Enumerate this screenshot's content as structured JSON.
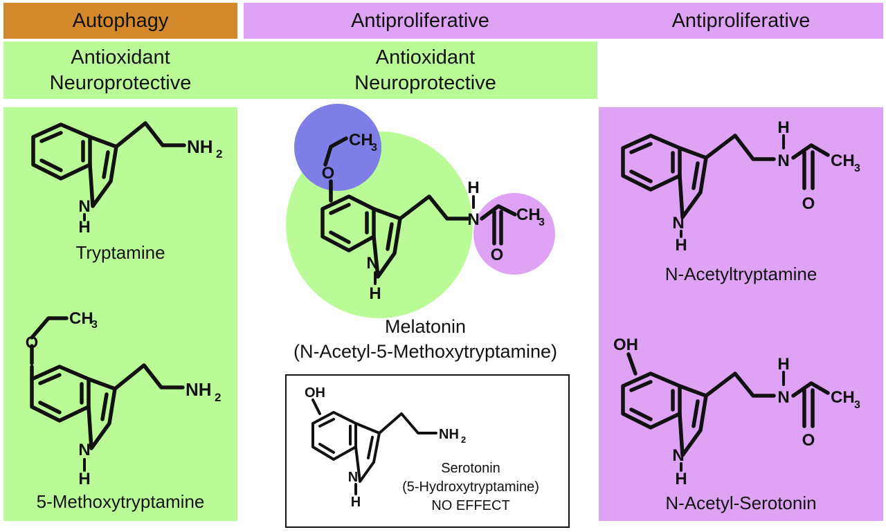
{
  "colors": {
    "autophagy_orange": "#d4882c",
    "antiproliferative_purple": "#dfa3f5",
    "antioxidant_green": "#bafb98",
    "methoxy_blue": "#7e7ee6",
    "black": "#111111"
  },
  "headers": {
    "autophagy": "Autophagy",
    "antiproliferative_center": "Antiproliferative",
    "antiproliferative_right": "Antiproliferative"
  },
  "effects": {
    "left": {
      "line1": "Antioxidant",
      "line2": "Neuroprotective"
    },
    "center": {
      "line1": "Antioxidant",
      "line2": "Neuroprotective"
    }
  },
  "molecules": {
    "tryptamine": {
      "name": "Tryptamine",
      "group": "NH",
      "sub": "2"
    },
    "methoxytryptamine": {
      "name": "5-Methoxytryptamine",
      "methoxy": "CH",
      "methoxy_sub": "3",
      "group": "NH",
      "sub": "2"
    },
    "melatonin": {
      "name": "Melatonin",
      "full_name": "(N-Acetyl-5-Methoxytryptamine)",
      "methoxy": "CH",
      "methoxy_sub": "3",
      "acetyl": "CH",
      "acetyl_sub": "3"
    },
    "serotonin": {
      "name": "Serotonin",
      "full_name": "(5-Hydroxytryptamine)",
      "effect": "NO EFFECT",
      "hydroxy": "OH",
      "group": "NH",
      "sub": "2"
    },
    "acetyltryptamine": {
      "name": "N-Acetyltryptamine",
      "acetyl": "CH",
      "acetyl_sub": "3"
    },
    "acetylserotonin": {
      "name": "N-Acetyl-Serotonin",
      "hydroxy": "OH",
      "acetyl": "CH",
      "acetyl_sub": "3"
    }
  },
  "atoms": {
    "nitrogen": "N",
    "hydrogen": "H",
    "oxygen": "O"
  }
}
